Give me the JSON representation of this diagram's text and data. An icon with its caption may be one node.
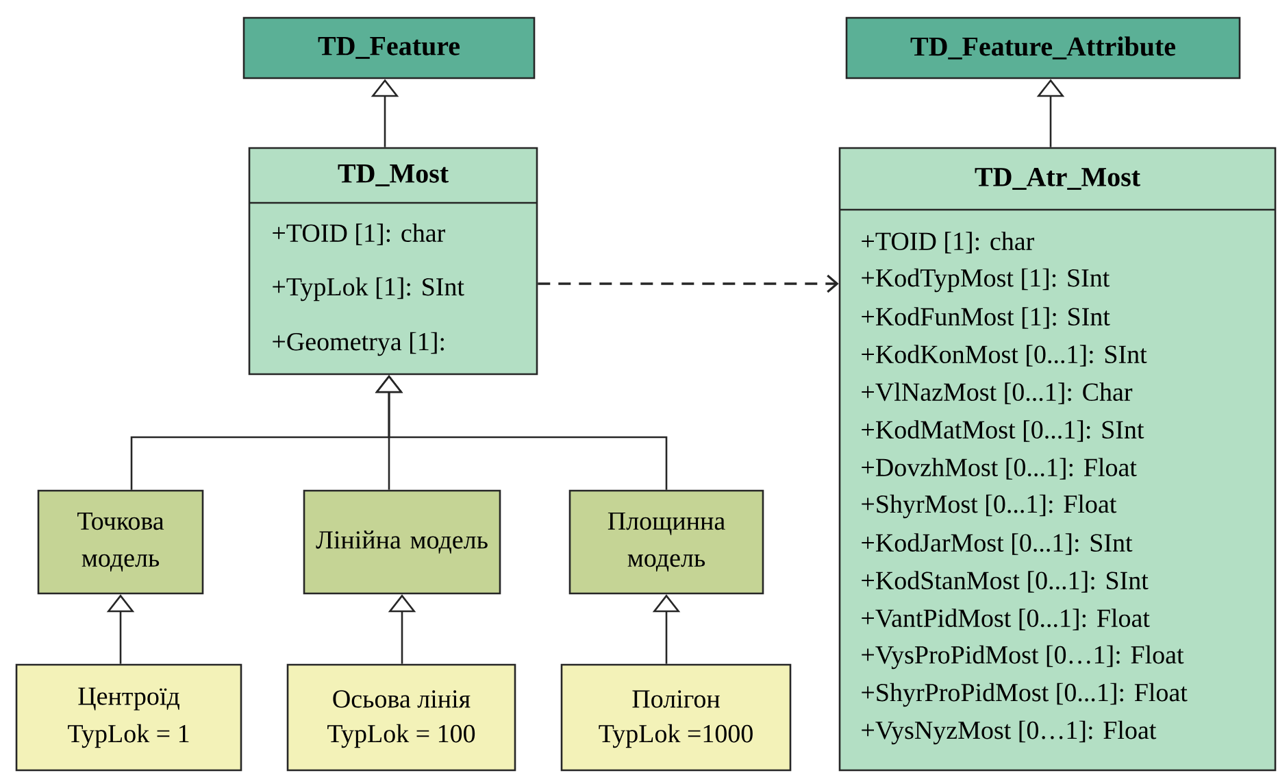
{
  "diagram": {
    "nodes": [
      {
        "text": [
          "TD_Feature"
        ]
      },
      {
        "text": [
          "TD_Most",
          "+TOID [1]: char",
          "+TypLok [1]: SInt",
          "+Geometrya [1]:"
        ]
      },
      {
        "text": [
          "TD_Feature_Attribute"
        ]
      },
      {
        "text": [
          "TD_Atr_Most",
          "+TOID [1]: char",
          "+KodTypMost [1]: SInt",
          "+KodFunMost [1]: SInt",
          "+KodKonMost [0...1]: SInt",
          "+VlNazMost [0...1]: Char",
          "+KodMatMost [0...1]: SInt",
          "+DovzhMost [0...1]: Float",
          "+ShyrMost [0...1]: Float",
          "+KodJarMost [0...1]: SInt",
          "+KodStanMost [0...1]: SInt",
          "+VantPidMost [0...1]: Float",
          "+VysProPidMost [0…1]: Float",
          "+ShyrProPidMost [0...1]: Float",
          "+VysNyzMost [0…1]: Float"
        ]
      },
      {
        "text": [
          "Точкова модель"
        ]
      },
      {
        "text": [
          "Лінійна модель"
        ]
      },
      {
        "text": [
          "Площинна модель"
        ]
      },
      {
        "text": [
          "Центроїд",
          "TypLok = 1"
        ]
      },
      {
        "text": [
          "Осьова лінія",
          "TypLok = 100"
        ]
      },
      {
        "text": [
          "Полігон",
          "TypLok =1000"
        ]
      }
    ],
    "edges": [
      {
        "from": 1,
        "to": 0,
        "arrow": "to"
      },
      {
        "from": 3,
        "to": 2,
        "arrow": "to"
      },
      {
        "from": 1,
        "to": 3,
        "arrow": "to",
        "style": "dashed"
      },
      {
        "from": 4,
        "to": 1,
        "arrow": "to"
      },
      {
        "from": 5,
        "to": 1,
        "arrow": "to"
      },
      {
        "from": 6,
        "to": 1,
        "arrow": "to"
      },
      {
        "from": 7,
        "to": 4,
        "arrow": "to"
      },
      {
        "from": 8,
        "to": 5,
        "arrow": "to"
      },
      {
        "from": 9,
        "to": 6,
        "arrow": "to"
      }
    ]
  }
}
